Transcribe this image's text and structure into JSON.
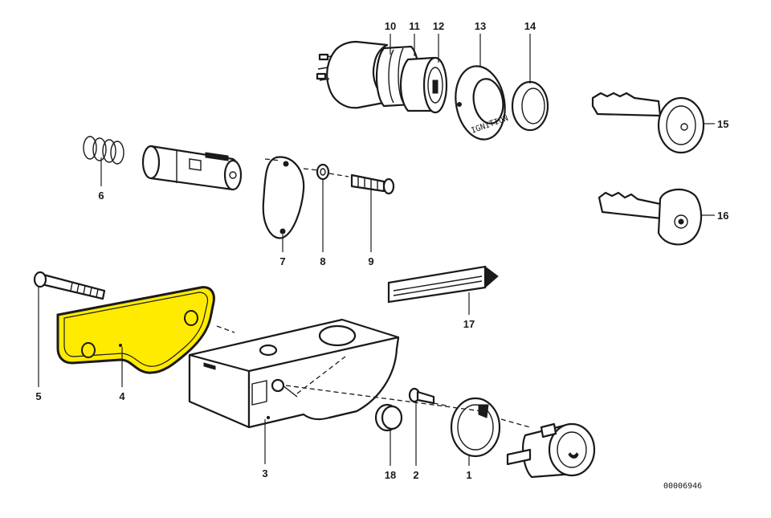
{
  "diagram": {
    "highlight_color": "#ffeb00",
    "line_color": "#1a1a1a",
    "background": "#ffffff",
    "drawing_code": "00006946",
    "callouts": [
      {
        "id": "p1",
        "number": "1"
      },
      {
        "id": "p2",
        "number": "2"
      },
      {
        "id": "p3",
        "number": "3"
      },
      {
        "id": "p4",
        "number": "4",
        "highlighted": true
      },
      {
        "id": "p5",
        "number": "5"
      },
      {
        "id": "p6",
        "number": "6"
      },
      {
        "id": "p7",
        "number": "7"
      },
      {
        "id": "p8",
        "number": "8"
      },
      {
        "id": "p9",
        "number": "9"
      },
      {
        "id": "p10",
        "number": "10"
      },
      {
        "id": "p11",
        "number": "11"
      },
      {
        "id": "p12",
        "number": "12"
      },
      {
        "id": "p13",
        "number": "13"
      },
      {
        "id": "p14",
        "number": "14"
      },
      {
        "id": "p15",
        "number": "15"
      },
      {
        "id": "p16",
        "number": "16"
      },
      {
        "id": "p17",
        "number": "17"
      },
      {
        "id": "p18",
        "number": "18"
      }
    ],
    "engravings": {
      "ignition": "IGNITION"
    }
  }
}
